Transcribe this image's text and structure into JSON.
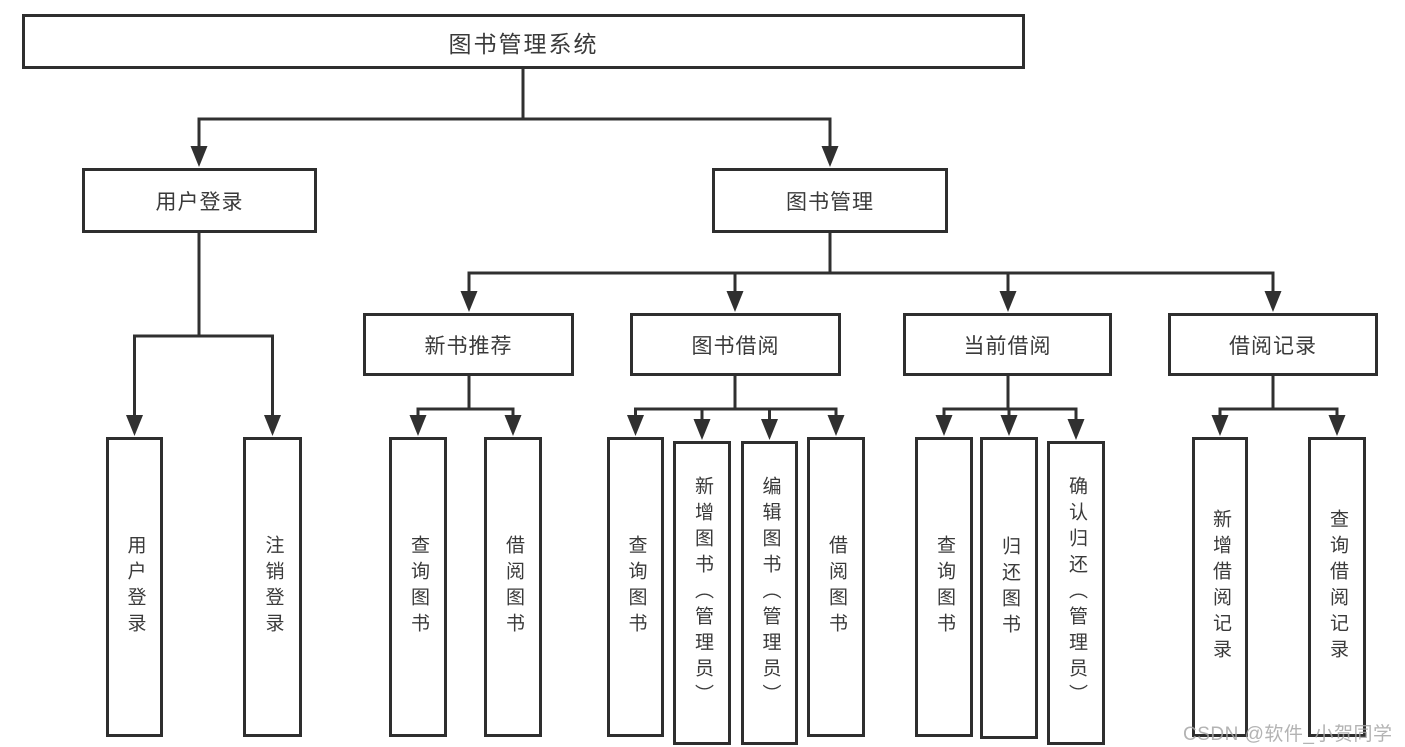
{
  "diagram": {
    "type": "hierarchy-diagram",
    "title": "图书管理系统",
    "watermark": "CSDN @软件_小贺同学",
    "colors": {
      "line": "#303030",
      "box_border": "#2e2e2e",
      "box_background": "#ffffff",
      "text": "#3a3a3a",
      "watermark": "#a6a6a6"
    },
    "nodes": {
      "root": {
        "label": "图书管理系统",
        "children": [
          "user_login",
          "book_management"
        ]
      },
      "user_login": {
        "label": "用户登录",
        "children": [
          "login",
          "logout"
        ]
      },
      "login": {
        "label": "用户登录"
      },
      "logout": {
        "label": "注销登录"
      },
      "book_management": {
        "label": "图书管理",
        "children": [
          "new_book_recommend",
          "book_borrow",
          "current_borrow",
          "borrow_record"
        ]
      },
      "new_book_recommend": {
        "label": "新书推荐",
        "children": [
          "nbr_query_book",
          "nbr_borrow_book"
        ]
      },
      "nbr_query_book": {
        "label": "查询图书"
      },
      "nbr_borrow_book": {
        "label": "借阅图书"
      },
      "book_borrow": {
        "label": "图书借阅",
        "children": [
          "bb_query_book",
          "bb_add_book",
          "bb_edit_book",
          "bb_borrow_book"
        ]
      },
      "bb_query_book": {
        "label": "查询图书"
      },
      "bb_add_book": {
        "label": "新增图书（管理员）"
      },
      "bb_edit_book": {
        "label": "编辑图书（管理员）"
      },
      "bb_borrow_book": {
        "label": "借阅图书"
      },
      "current_borrow": {
        "label": "当前借阅",
        "children": [
          "cb_query_book",
          "cb_return_book",
          "cb_confirm_return"
        ]
      },
      "cb_query_book": {
        "label": "查询图书"
      },
      "cb_return_book": {
        "label": "归还图书"
      },
      "cb_confirm_return": {
        "label": "确认归还（管理员）"
      },
      "borrow_record": {
        "label": "借阅记录",
        "children": [
          "br_add_record",
          "br_query_record"
        ]
      },
      "br_add_record": {
        "label": "新增借阅记录"
      },
      "br_query_record": {
        "label": "查询借阅记录"
      }
    }
  }
}
